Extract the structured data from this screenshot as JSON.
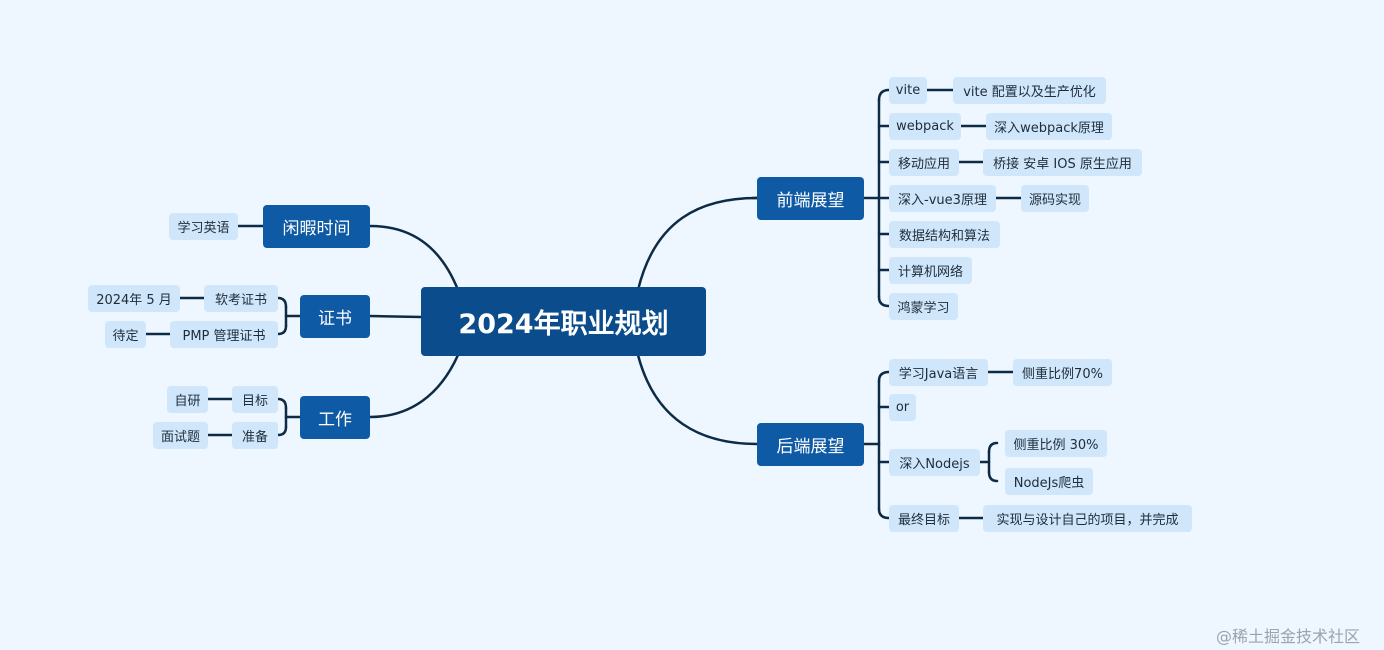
{
  "root": {
    "label": "2024年职业规划"
  },
  "frontend": {
    "label": "前端展望",
    "items": [
      {
        "label": "vite",
        "detail": "vite 配置以及生产优化"
      },
      {
        "label": "webpack",
        "detail": "深入webpack原理"
      },
      {
        "label": "移动应用",
        "detail": "桥接 安卓 IOS 原生应用"
      },
      {
        "label": "深入-vue3原理",
        "detail": "源码实现"
      },
      {
        "label": "数据结构和算法"
      },
      {
        "label": "计算机网络"
      },
      {
        "label": "鸿蒙学习"
      }
    ]
  },
  "backend": {
    "label": "后端展望",
    "java": {
      "label": "学习Java语言",
      "detail": "侧重比例70%"
    },
    "or": {
      "label": "or"
    },
    "node": {
      "label": "深入Nodejs",
      "details": [
        "侧重比例 30%",
        "NodeJs爬虫"
      ]
    },
    "goal": {
      "label": "最终目标",
      "detail": "实现与设计自己的项目，并完成"
    }
  },
  "leisure": {
    "label": "闲暇时间",
    "child": "学习英语"
  },
  "cert": {
    "label": "证书",
    "soft": {
      "label": "软考证书",
      "detail": "2024年 5 月"
    },
    "pmp": {
      "label": "PMP 管理证书",
      "detail": "待定"
    }
  },
  "work": {
    "label": "工作",
    "goal": {
      "label": "目标",
      "detail": "自研"
    },
    "prep": {
      "label": "准备",
      "detail": "面试题"
    }
  },
  "watermark": "@稀土掘金技术社区"
}
